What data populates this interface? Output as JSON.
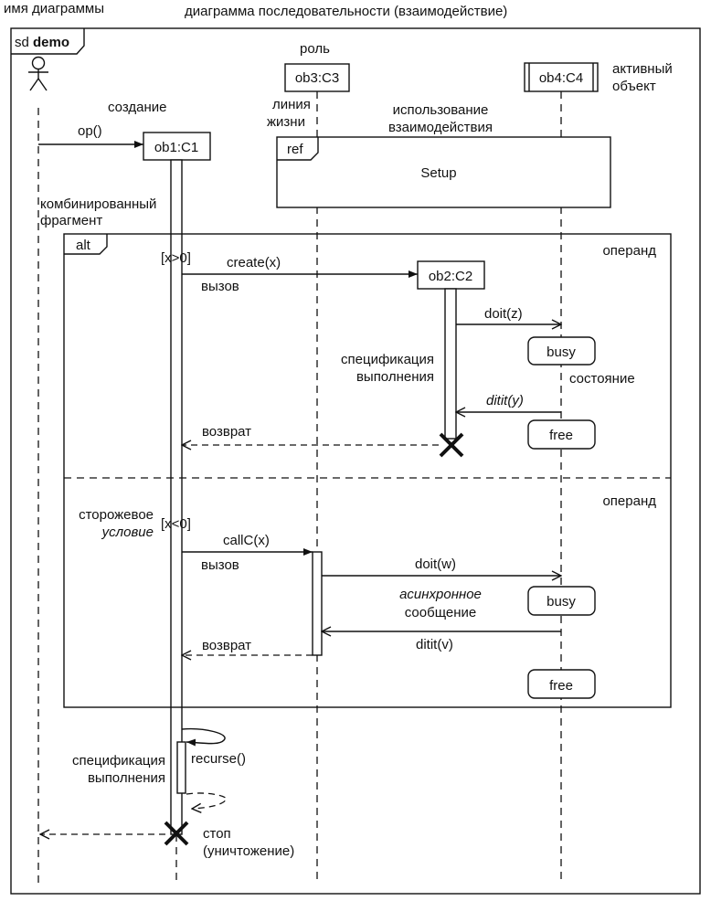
{
  "header": {
    "diagram_name_label": "имя диаграммы",
    "diagram_type_label": "диаграмма последовательности (взаимодействие)"
  },
  "frame": {
    "keyword": "sd",
    "name": "demo"
  },
  "lifelines": {
    "ob3": "ob3:C3",
    "ob4": "ob4:C4",
    "ob1": "ob1:C1",
    "ob2": "ob2:C2"
  },
  "annotations": {
    "role": "роль",
    "active_object_1": "активный",
    "active_object_2": "объект",
    "creation": "создание",
    "lifeline_1": "линия",
    "lifeline_2": "жизни",
    "interaction_use_1": "использование",
    "interaction_use_2": "взаимодействия",
    "combined_fragment_1": "комбинированный",
    "combined_fragment_2": "фрагмент",
    "operand_1": "операнд",
    "operand_2": "операнд",
    "call_1": "вызов",
    "call_2": "вызов",
    "exec_spec_1a": "спецификация",
    "exec_spec_1b": "выполнения",
    "state": "состояние",
    "return_1": "возврат",
    "return_2": "возврат",
    "guard_1": "сторожевое",
    "guard_2": "условие",
    "async_1": "асинхронное",
    "async_2": "сообщение",
    "exec_spec_2a": "спецификация",
    "exec_spec_2b": "выполнения",
    "stop_1": "стоп",
    "stop_2": "(уничтожение)"
  },
  "interaction_use": {
    "keyword": "ref",
    "name": "Setup"
  },
  "fragment": {
    "operator": "alt",
    "guard_1": "[x>0]",
    "guard_2": "[x<0]"
  },
  "messages": {
    "op": "op()",
    "create": "create(x)",
    "doit_z": "doit(z)",
    "ditit_y": "ditit(y)",
    "callC": "callC(x)",
    "doit_w": "doit(w)",
    "ditit_v": "ditit(v)",
    "recurse": "recurse()"
  },
  "states": {
    "busy_1": "busy",
    "free_1": "free",
    "busy_2": "busy",
    "free_2": "free"
  }
}
